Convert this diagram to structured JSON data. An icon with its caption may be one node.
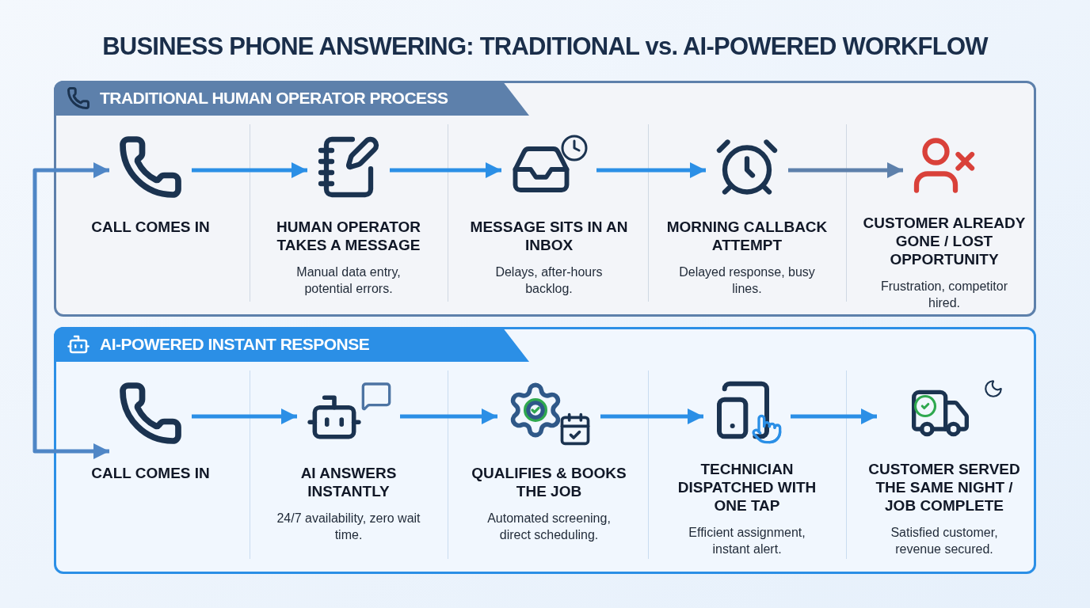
{
  "diagram": {
    "title": "BUSINESS PHONE ANSWERING: TRADITIONAL vs. AI-POWERED WORKFLOW",
    "nodes": [
      {
        "text": [
          "TRADITIONAL HUMAN OPERATOR PROCESS"
        ]
      },
      {
        "text": [
          "CALL COMES IN"
        ],
        "in": 0
      },
      {
        "text": [
          "HUMAN OPERATOR TAKES A MESSAGE",
          "Manual data entry, potential errors."
        ],
        "in": 0
      },
      {
        "text": [
          "MESSAGE SITS IN AN INBOX",
          "Delays, after-hours backlog."
        ],
        "in": 0
      },
      {
        "text": [
          "MORNING CALLBACK ATTEMPT",
          "Delayed response, busy lines."
        ],
        "in": 0
      },
      {
        "text": [
          "CUSTOMER ALREADY GONE / LOST OPPORTUNITY",
          "Frustration, competitor hired."
        ],
        "in": 0
      },
      {
        "text": [
          "AI-POWERED INSTANT RESPONSE"
        ]
      },
      {
        "text": [
          "CALL COMES IN"
        ],
        "in": 6
      },
      {
        "text": [
          "AI ANSWERS INSTANTLY",
          "24/7 availability, zero wait time."
        ],
        "in": 6
      },
      {
        "text": [
          "QUALIFIES & BOOKS THE JOB",
          "Automated screening, direct scheduling."
        ],
        "in": 6
      },
      {
        "text": [
          "TECHNICIAN DISPATCHED WITH ONE TAP",
          "Efficient assignment, instant alert."
        ],
        "in": 6
      },
      {
        "text": [
          "CUSTOMER SERVED THE SAME NIGHT / JOB COMPLETE",
          "Satisfied customer, revenue secured."
        ],
        "in": 6
      }
    ],
    "edges": [
      {
        "from": 1,
        "to": 2,
        "arrow": "to"
      },
      {
        "from": 2,
        "to": 3,
        "arrow": "to"
      },
      {
        "from": 3,
        "to": 4,
        "arrow": "to"
      },
      {
        "from": 4,
        "to": 5,
        "arrow": "to",
        "color": "#5d80ab"
      },
      {
        "from": 7,
        "to": 8,
        "arrow": "to"
      },
      {
        "from": 8,
        "to": 9,
        "arrow": "to"
      },
      {
        "from": 9,
        "to": 10,
        "arrow": "to"
      },
      {
        "from": 10,
        "to": 11,
        "arrow": "to"
      },
      {
        "from": 1,
        "to": 7,
        "arrow": "both",
        "color": "#4f86c6"
      }
    ]
  }
}
